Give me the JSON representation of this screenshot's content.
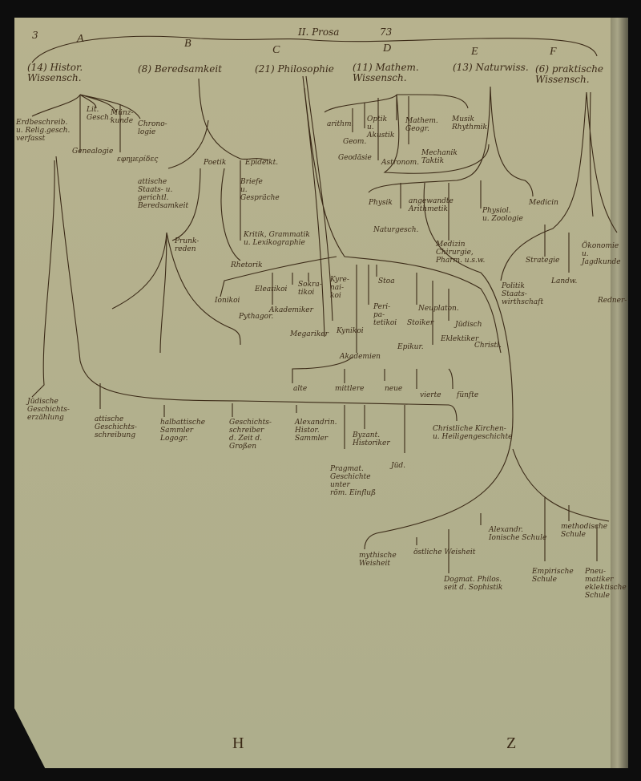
{
  "header": {
    "page_number": "3",
    "title": "II. Prosa",
    "folio": "73"
  },
  "sections": [
    {
      "letter": "A",
      "label": "(14) Histor.\nWissensch."
    },
    {
      "letter": "B",
      "label": "(8) Beredsamkeit"
    },
    {
      "letter": "C",
      "label": "(21) Philosophie"
    },
    {
      "letter": "D",
      "label": "(11) Mathem.\nWissensch."
    },
    {
      "letter": "E",
      "label": "(13) Naturwiss."
    },
    {
      "letter": "F",
      "label": "(6) praktische\nWissensch."
    }
  ],
  "labels": [
    "Erdbeschreib.\nu. Relig.gesch.\nverfasst",
    "Lit.\nGesch.",
    "Münz-\nkunde",
    "Chrono-\nlogie",
    "Genealogie",
    "εφημερίδες",
    "Poetik",
    "Epideikt.",
    "attische\nStaats- u.\ngerichtl.\nBeredsamkeit",
    "Briefe\nu.\nGespräche",
    "Prunk-\nreden",
    "Rhetorik",
    "Kritik, Grammatik\nu. Lexikographie",
    "Ionikoi",
    "Eleatikoi",
    "Sokra-\ntikoi",
    "Akademiker",
    "Pythagor.",
    "Megariker",
    "Kyre-\nnai-\nkoi",
    "Kynikoi",
    "Stoa",
    "Peri-\npa-\ntetikoi",
    "Neuplaton.",
    "Stoiker",
    "Epikur.",
    "Eklektiker",
    "Jüdisch",
    "Christl.",
    "Akademien",
    "alte",
    "mittlere",
    "neue",
    "vierte",
    "fünfte",
    "arithm.",
    "Geom.",
    "Optik\nu.\nAkustik",
    "Mathem.\nGeogr.",
    "Musik\nRhythmik",
    "Geodäsie",
    "Astronom.",
    "Mechanik\nTaktik",
    "Physik",
    "angewandte\nArithmetik",
    "Naturgesch.",
    "Physiol.\nu. Zoologie",
    "Medicin",
    "Medizin\nChirurgie,\nPharm. u.s.w.",
    "Strategie",
    "Ökonomie\nu.\nJagdkunde",
    "Politik\nStaats-\nwirthschaft",
    "Landw.",
    "Redner-",
    "Jüdische\nGeschichts-\nerzählung",
    "attische\nGeschichts-\nschreibung",
    "halbattische\nSammler\nLogogr.",
    "Geschichts-\nschreiber\nd. Zeit d.\nGroßen",
    "Alexandrin.\nHistor.\nSammler",
    "Byzant.\nHistoriker",
    "Pragmat.\nGeschichte\nunter\nröm. Einfluß",
    "Jüd.",
    "Christliche Kirchen-\nu. Heiligengeschichte",
    "mythische\nWeisheit",
    "östliche Weisheit",
    "Dogmat. Philos.\nseit d. Sophistik",
    "Alexandr.\nIonische Schule",
    "Empirische\nSchule",
    "methodische\nSchule",
    "Pneu-\nmatiker\neklektische\nSchule"
  ],
  "footer": {
    "left_mark": "H",
    "right_mark": "Z"
  }
}
